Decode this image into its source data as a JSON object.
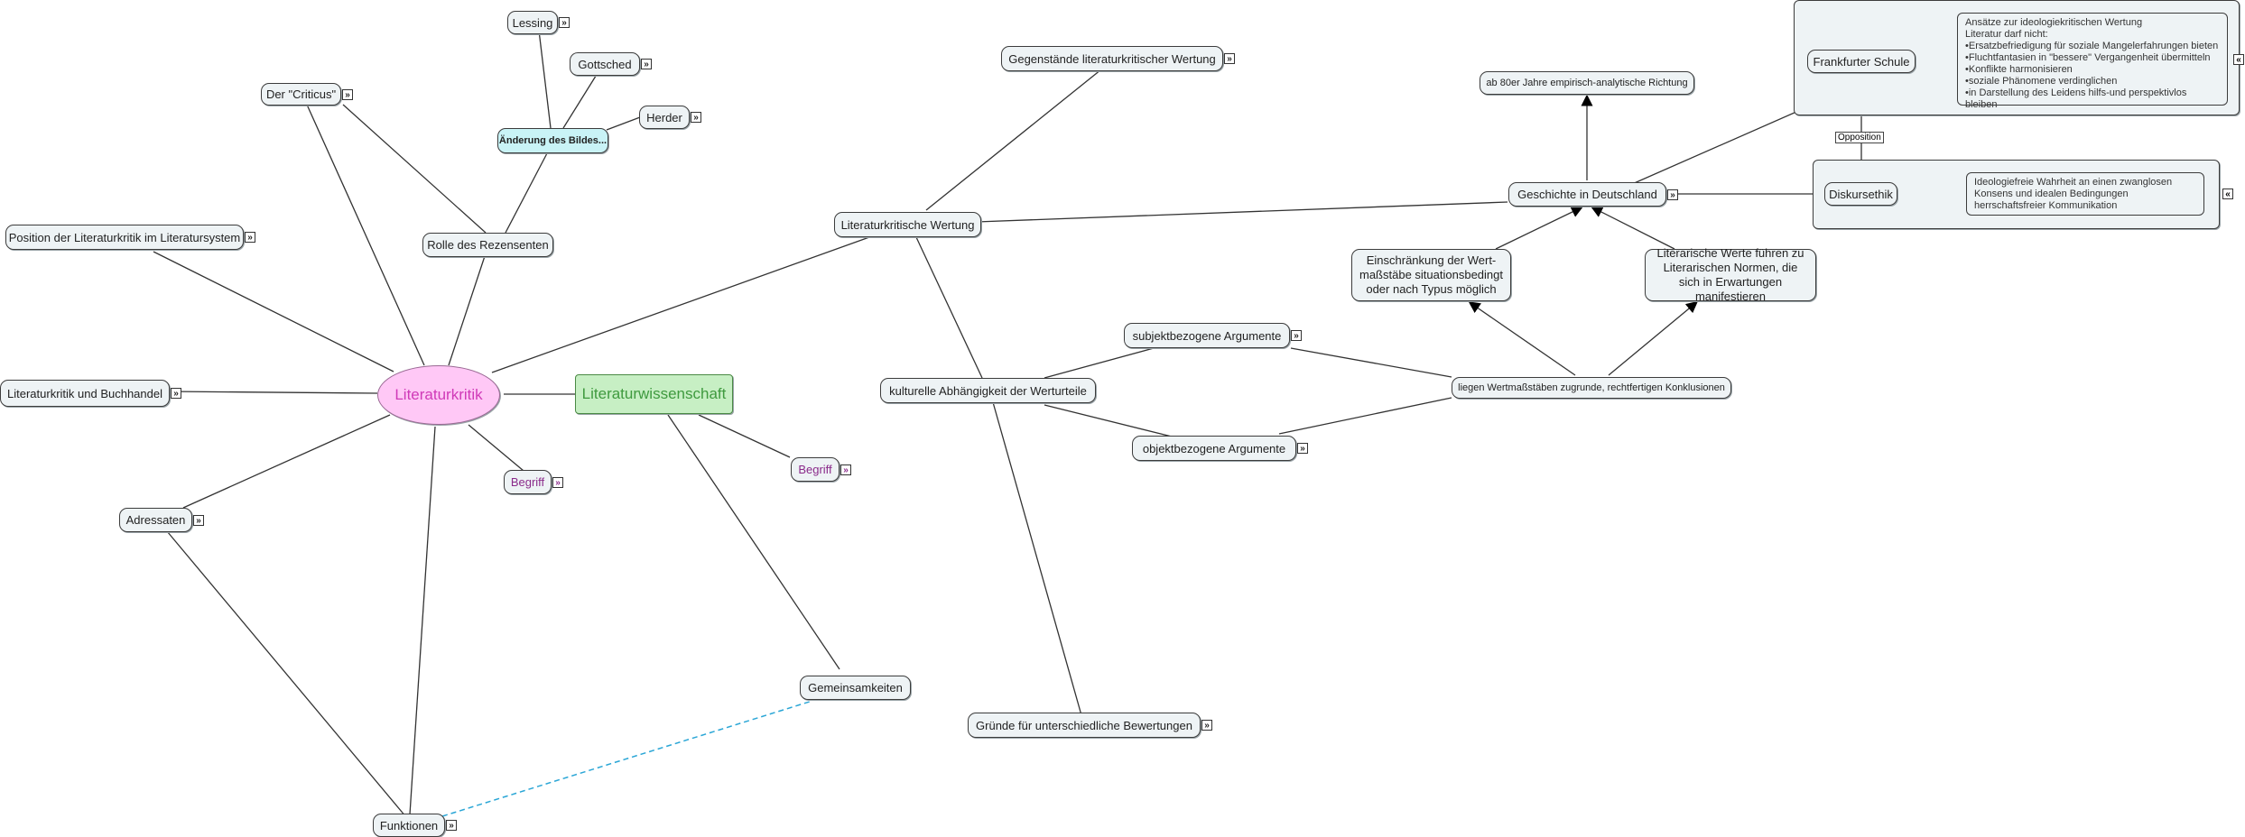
{
  "central": {
    "label": "Literaturkritik"
  },
  "lit_wiss": {
    "label": "Literaturwissenschaft"
  },
  "left_nodes": {
    "lessing": "Lessing",
    "gottsched": "Gottsched",
    "herder": "Herder",
    "aenderung": "Änderung des Bildes...",
    "criticus": "Der \"Criticus\"",
    "rolle": "Rolle des Rezensenten",
    "position": "Position der Literaturkritik im Literatursystem",
    "buchhandel": "Literaturkritik und Buchhandel",
    "adressaten": "Adressaten",
    "begriff1": "Begriff",
    "begriff2": "Begriff",
    "funktionen": "Funktionen",
    "gemeinsamkeiten": "Gemeinsamkeiten"
  },
  "right_nodes": {
    "wertung": "Literaturkritische Wertung",
    "gegenstaende": "Gegenstände literaturkritischer Wertung",
    "kulturell": "kulturelle Abhängigkeit der Werturteile",
    "gruende": "Gründe für unterschiedliche Bewertungen",
    "subjekt": "subjektbezogene Argumente",
    "objekt": "objektbezogene Argumente",
    "liegen": "liegen Wertmaßstäben zugrunde, rechtfertigen Konklusionen",
    "einschraenkung": "Einschränkung der Wert- maßstäbe situationsbedingt oder nach Typus möglich",
    "literarische": "Literarische Werte führen zu Literarischen Normen, die sich in Erwartungen manifestieren",
    "geschichte": "Geschichte in Deutschland",
    "achtziger": "ab 80er Jahre empirisch-analytische Richtung",
    "frankfurter": "Frankfurter Schule",
    "diskursethik": "Diskursethik",
    "opposition": "Opposition"
  },
  "frankfurter_info": {
    "title": "Ansätze zur ideologiekritischen Wertung",
    "subtitle": "Literatur darf nicht:",
    "bullets": [
      "•Ersatzbefriedigung für soziale Mangelerfahrungen bieten",
      "•Fluchtfantasien in \"bessere\" Vergangenheit übermitteln",
      "•Konflikte harmonisieren",
      "•soziale Phänomene verdinglichen",
      "•in Darstellung des Leidens hilfs-und perspektivlos bleiben"
    ]
  },
  "diskurs_info": {
    "text": "Ideologiefreie Wahrheit an einen zwanglosen Konsens und idealen Bedingungen herrschaftsfreier Kommunikation"
  },
  "colors": {
    "oval": "#ffc8f6",
    "green": "#c7efc4",
    "cyan": "#c9f3f6",
    "node": "#eef3f5",
    "dashed": "#2aa6d6"
  },
  "icons": {
    "expand": "double-chevron-right-icon",
    "collapse": "double-chevron-left-icon"
  }
}
